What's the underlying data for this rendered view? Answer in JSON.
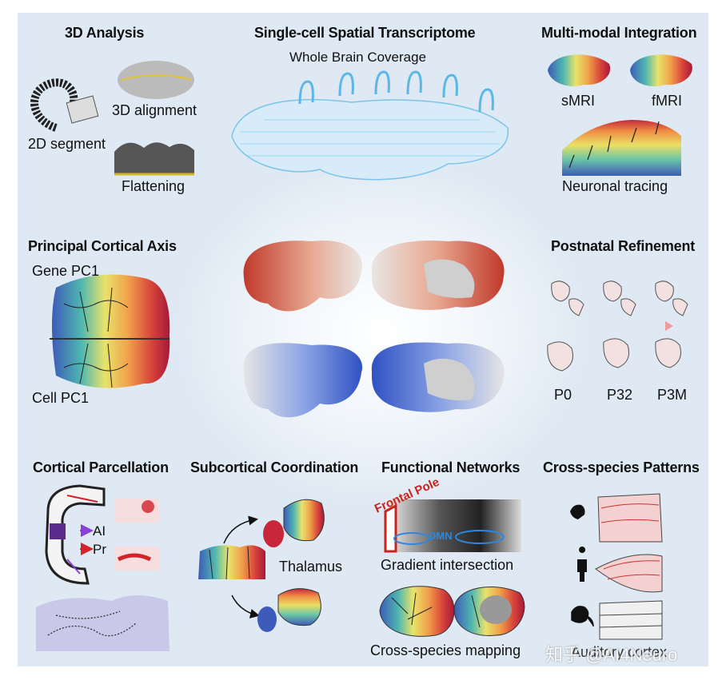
{
  "sections": {
    "analysis3d": {
      "title": "3D Analysis",
      "labels": {
        "alignment": "3D alignment",
        "segment": "2D segment",
        "flattening": "Flattening"
      }
    },
    "spatial": {
      "title": "Single-cell Spatial Transcriptome",
      "subtitle": "Whole Brain Coverage"
    },
    "multimodal": {
      "title": "Multi-modal Integration",
      "labels": {
        "smri": "sMRI",
        "fmri": "fMRI",
        "tracing": "Neuronal tracing"
      }
    },
    "principal": {
      "title": "Principal Cortical Axis",
      "labels": {
        "gene": "Gene PC1",
        "cell": "Cell PC1"
      }
    },
    "center": {
      "title": "Opposing Molecular Gradients"
    },
    "postnatal": {
      "title": "Postnatal Refinement",
      "labels": {
        "p0": "P0",
        "p32": "P32",
        "p3m": "P3M"
      }
    },
    "parcellation": {
      "title": "Cortical Parcellation",
      "labels": {
        "ai": "AI",
        "pr": "Pr"
      }
    },
    "subcortical": {
      "title": "Subcortical Coordination",
      "labels": {
        "thalamus": "Thalamus"
      }
    },
    "functional": {
      "title": "Functional Networks",
      "labels": {
        "frontal_pole": "Frontal Pole",
        "dmn": "DMN",
        "intersection": "Gradient intersection",
        "mapping": "Cross-species mapping"
      }
    },
    "crossspecies": {
      "title": "Cross-species Patterns",
      "labels": {
        "auditory": "Auditory cortex"
      }
    }
  },
  "watermark": "知乎 @AI4Neuro",
  "colors": {
    "warm": "#c0392b",
    "cool": "#3b5fc4",
    "cyan": "#5bb7e6",
    "accent_red": "#d0232a",
    "accent_purple": "#8b3fd6"
  },
  "icons": [
    "mouse-icon",
    "human-icon",
    "monkey-icon"
  ]
}
